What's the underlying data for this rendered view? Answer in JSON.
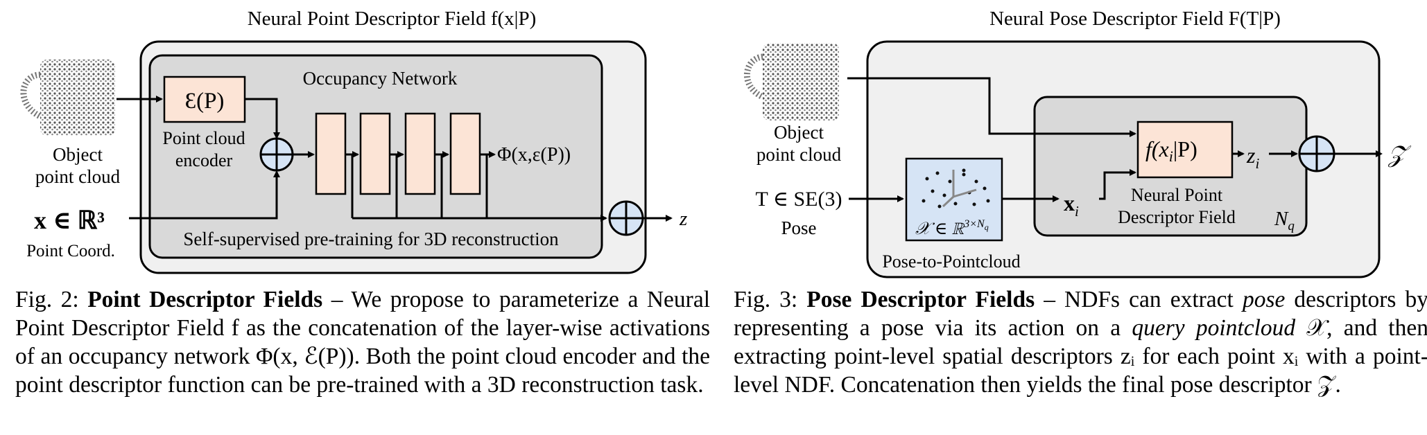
{
  "fig2": {
    "title": "Neural Point Descriptor Field f(x|P)",
    "object_label_1": "Object",
    "object_label_2": "point cloud",
    "occupancy_label": "Occupancy Network",
    "encoder_symbol": "Ɛ(P)",
    "encoder_label_1": "Point cloud",
    "encoder_label_2": "encoder",
    "output_label": "Φ(x,ε(P))",
    "input_symbol": "x ∈ ℝ³",
    "input_label": "Point Coord.",
    "pretrain_label": "Self-supervised pre-training for 3D reconstruction",
    "z_label": "z",
    "caption": {
      "prefix": "Fig. 2: ",
      "bold": "Point Descriptor Fields",
      "text": " – We propose to parameterize a Neural Point Descriptor Field f as the concatenation of the layer-wise activations of an occupancy network Φ(x, ℰ(P)). Both the point cloud encoder and the point descriptor function can be pre-trained with a 3D reconstruction task."
    }
  },
  "fig3": {
    "title": "Neural Pose Descriptor Field F(T|P)",
    "object_label_1": "Object",
    "object_label_2": "point cloud",
    "pose_symbol": "T ∈ SE(3)",
    "pose_label": "Pose",
    "query_symbol": "𝒳 ∈ ℝ",
    "query_exp": "3×N",
    "query_sub": "q",
    "p2p_label": "Pose-to-Pointcloud",
    "xi_label": "x",
    "xi_sub": "i",
    "ndf_symbol": "f(x",
    "ndf_symbol_tail": "|P)",
    "ndf_label_1": "Neural Point",
    "ndf_label_2": "Descriptor Field",
    "nq_label": "N",
    "nq_sub": "q",
    "zi_label": "z",
    "zi_sub": "i",
    "Z_label": "𝒵",
    "caption": {
      "prefix": "Fig. 3: ",
      "bold": "Pose Descriptor Fields",
      "text_a": " – NDFs can extract ",
      "italic_a": "pose",
      "text_b": " descriptors by representing a pose via its action on a ",
      "italic_b": "query pointcloud",
      "text_c": " 𝒳, and then extracting point-level spatial descriptors zᵢ for each point xᵢ with a point-level NDF. Concatenation then yields the final pose descriptor 𝒵."
    }
  }
}
